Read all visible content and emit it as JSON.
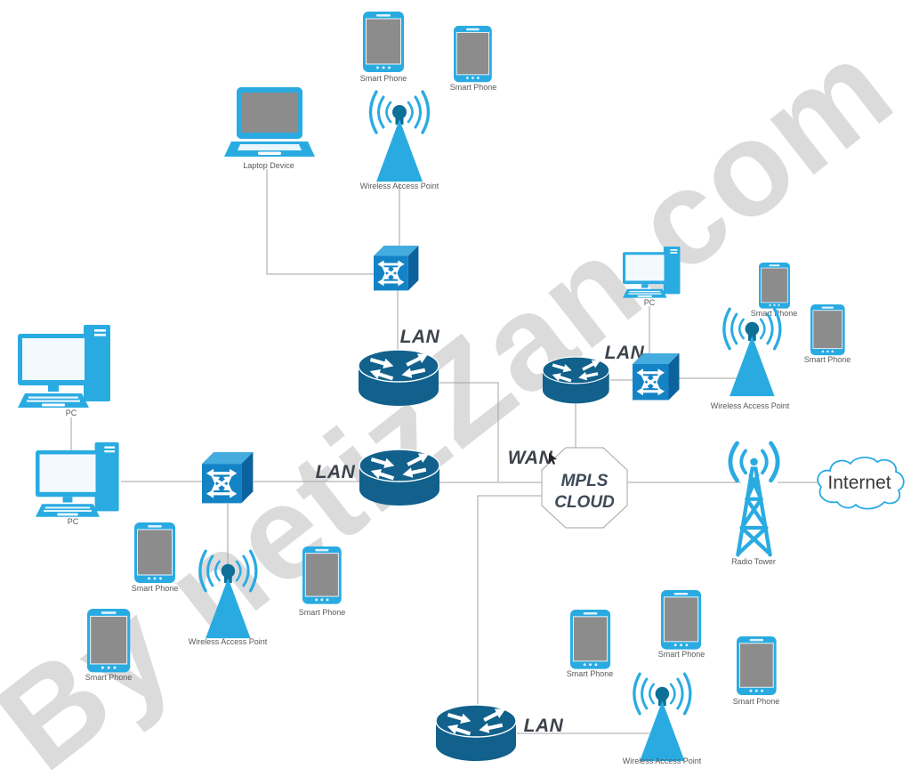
{
  "watermark": "By netizZan.com",
  "labels": {
    "smart_phone": "Smart Phone",
    "wireless_access_point": "Wireless Access Point",
    "laptop_device": "Laptop Device",
    "pc": "PC",
    "radio_tower": "Radio Tower",
    "internet": "Internet",
    "lan": "LAN",
    "wan": "WAN",
    "mpls_line1": "MPLS",
    "mpls_line2": "CLOUD"
  },
  "colors": {
    "device_blue": "#29ABE2",
    "router_blue": "#11618C",
    "switch_front_blue": "#1483C6",
    "screen_gray": "#8C8C8C",
    "line_gray": "#A3A3A3",
    "watermark_gray": "#DBDBDB",
    "device_label_gray": "#595959",
    "zone_label_dark": "#3D434B"
  },
  "diagram": {
    "type": "network-topology",
    "nodes": [
      {
        "type": "smart-phone",
        "label": "Smart Phone",
        "count": 10
      },
      {
        "type": "wireless-access-point",
        "label": "Wireless Access Point",
        "count": 4
      },
      {
        "type": "laptop",
        "label": "Laptop Device",
        "count": 1
      },
      {
        "type": "pc",
        "label": "PC",
        "count": 3
      },
      {
        "type": "switch",
        "label": "",
        "count": 3
      },
      {
        "type": "router",
        "label": "LAN",
        "count": 4
      },
      {
        "type": "mpls-cloud",
        "label": "MPLS CLOUD",
        "zone": "WAN",
        "count": 1
      },
      {
        "type": "radio-tower",
        "label": "Radio Tower",
        "count": 1
      },
      {
        "type": "internet-cloud",
        "label": "Internet",
        "count": 1
      }
    ],
    "connections": [
      "laptop -> top switch",
      "top wireless access point -> top switch",
      "top switch -> top LAN router",
      "top LAN router -> MPLS CLOUD",
      "left PC -> left PC",
      "left PC -> left switch",
      "left switch -> left wireless access point",
      "left switch -> center LAN router",
      "center LAN router -> MPLS CLOUD",
      "right PC -> right switch",
      "right LAN router -> right switch",
      "right switch -> right wireless access point",
      "right LAN router -> MPLS CLOUD",
      "MPLS CLOUD -> bottom LAN router",
      "bottom LAN router -> bottom wireless access point",
      "MPLS CLOUD -> Radio Tower",
      "Radio Tower -> Internet"
    ]
  }
}
